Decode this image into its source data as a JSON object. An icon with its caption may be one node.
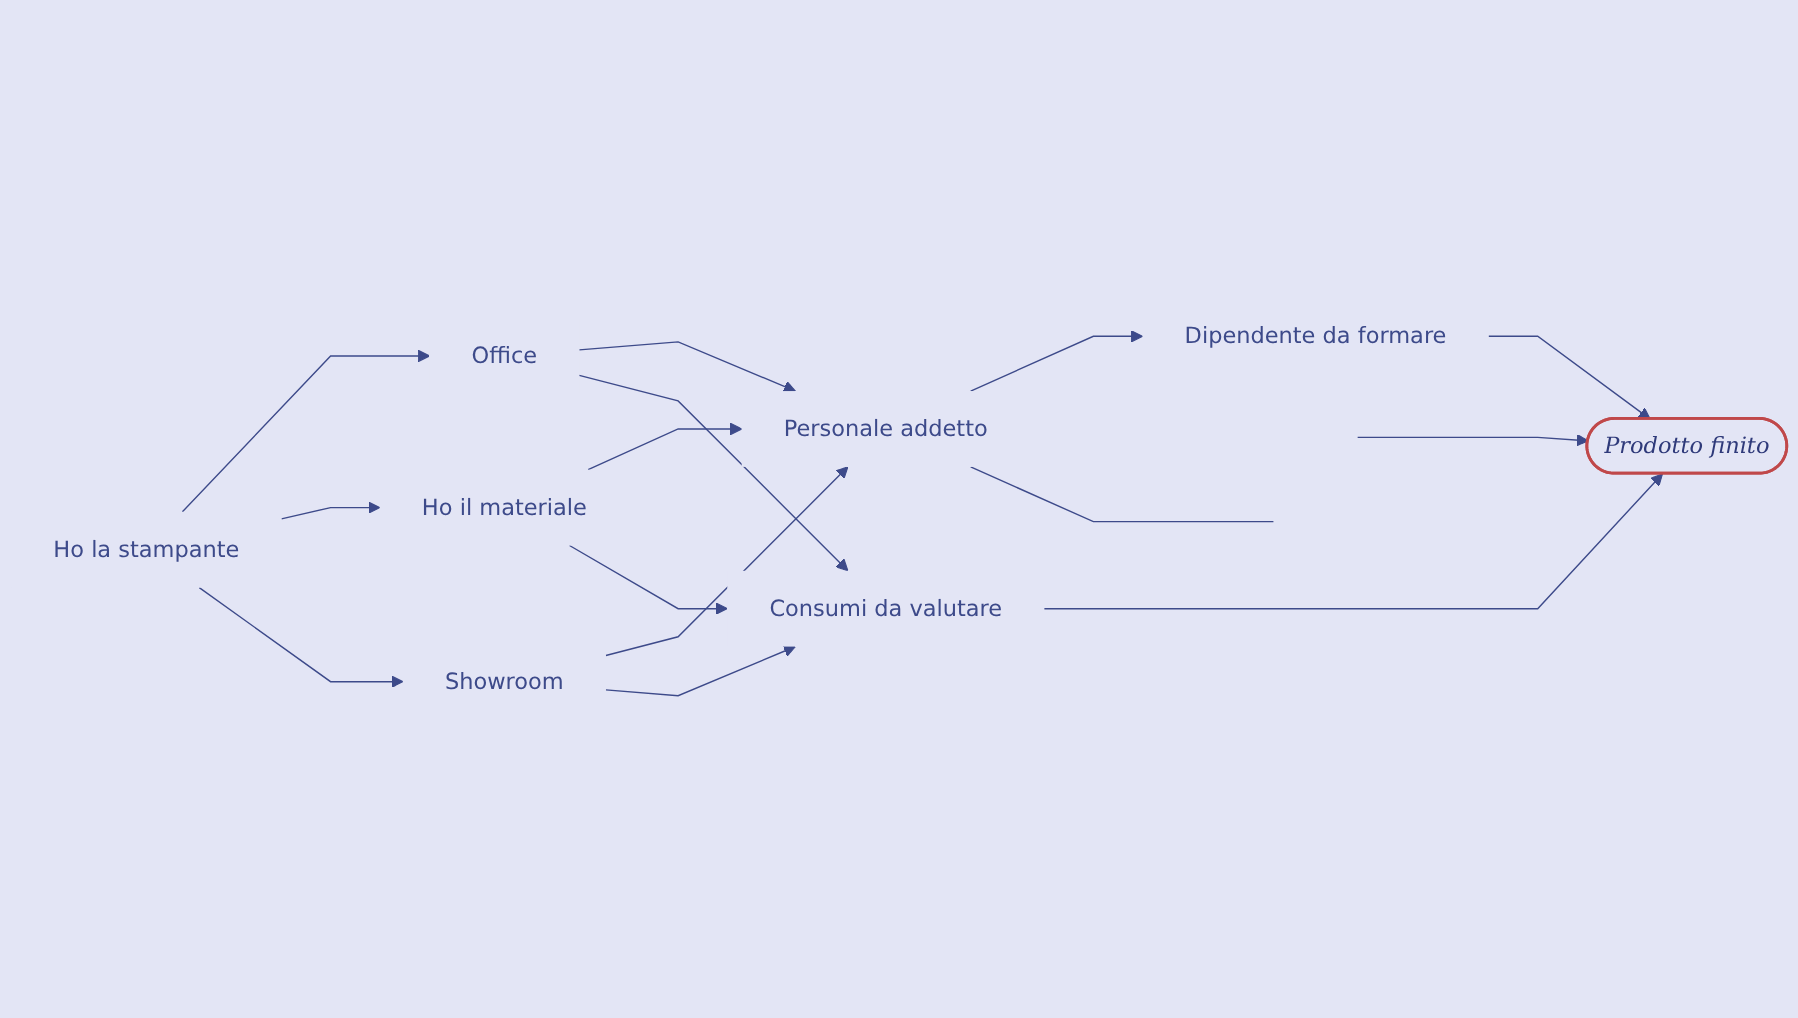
{
  "diagram": {
    "nodes": [
      {
        "text": [
          "Ho la stampante"
        ]
      },
      {
        "text": [
          "Office"
        ]
      },
      {
        "text": [
          "Ho il materiale"
        ]
      },
      {
        "text": [
          "Showroom"
        ]
      },
      {
        "text": [
          "Personale addetto"
        ]
      },
      {
        "text": [
          "Dipendente da formare"
        ]
      },
      {
        "text": [
          "Consumi da valutare"
        ]
      },
      {
        "text": [
          "Prodotto finito"
        ]
      }
    ],
    "edges": [
      {
        "from": 0,
        "to": 1,
        "arrow": "to"
      },
      {
        "from": 0,
        "to": 2,
        "arrow": "to"
      },
      {
        "from": 0,
        "to": 3,
        "arrow": "to"
      },
      {
        "from": 1,
        "to": 4,
        "arrow": "to"
      },
      {
        "from": 1,
        "to": 6,
        "arrow": "to"
      },
      {
        "from": 2,
        "to": 4,
        "arrow": "to"
      },
      {
        "from": 2,
        "to": 6,
        "arrow": "to"
      },
      {
        "from": 3,
        "to": 4,
        "arrow": "to"
      },
      {
        "from": 3,
        "to": 6,
        "arrow": "to"
      },
      {
        "from": 4,
        "to": 5,
        "arrow": "to"
      },
      {
        "from": 5,
        "to": 7,
        "arrow": "to"
      },
      {
        "from": 6,
        "to": 7,
        "arrow": "to"
      },
      {
        "from": null,
        "to": 7,
        "arrow": "to"
      },
      {
        "from": 4,
        "to": null,
        "arrow": "none"
      }
    ]
  }
}
